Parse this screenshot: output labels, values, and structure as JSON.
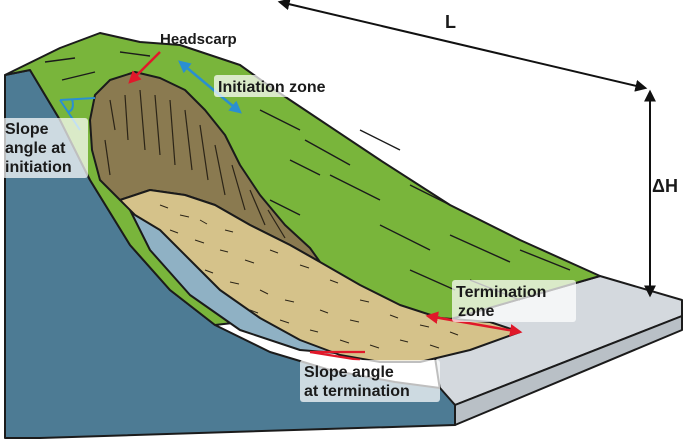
{
  "labels": {
    "headscarp": "Headscarp",
    "initiation_zone": "Initiation zone",
    "slope_initiation_1": "Slope",
    "slope_initiation_2": "angle at",
    "slope_initiation_3": "initiation",
    "delta_h": "ΔH",
    "length": "L",
    "termination_zone_1": "Termination",
    "termination_zone_2": "zone",
    "slope_termination_1": "Slope angle",
    "slope_termination_2": "at termination"
  },
  "colors": {
    "cross_section": "#4d7b94",
    "slide_trough": "#8fb1c4",
    "grass": "#79b53b",
    "scarp": "#8a7a50",
    "deposit": "#d5c28a",
    "runout_plain": "#d4d9de",
    "arrow_red": "#e0182a",
    "arrow_blue": "#2a8fd1"
  }
}
